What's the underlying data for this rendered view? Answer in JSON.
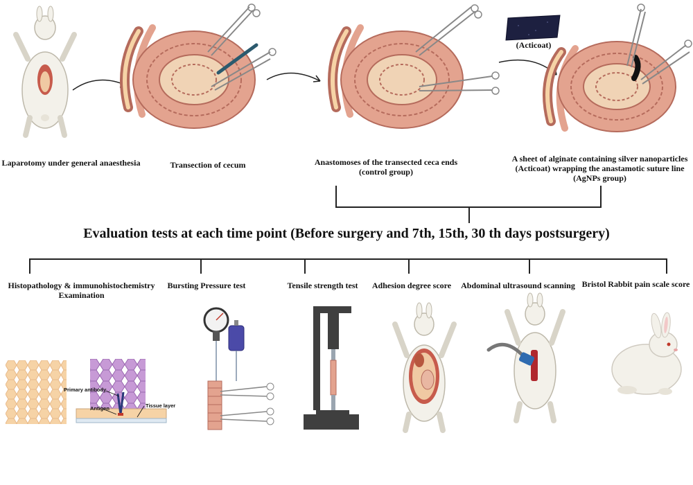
{
  "steps": [
    {
      "label": "Laparotomy under general anaesthesia"
    },
    {
      "label": "Transection of cecum"
    },
    {
      "label_l1": "Anastomoses of the transected ceca ends",
      "label_l2": "(control group)"
    },
    {
      "label_l1": "A sheet of alginate containing silver nanoparticles",
      "label_l2": "(Acticoat)  wrapping the anastamotic suture line",
      "label_l3": "(AgNPs group)"
    }
  ],
  "acticoat_label": "(Acticoat)",
  "headline": "Evaluation tests at each time point (Before surgery and 7th, 15th, 30 th days postsurgery)",
  "tests": [
    {
      "l1": "Histopathology  & immunohistochemistry",
      "l2": "Examination"
    },
    {
      "l1": "Bursting Pressure test"
    },
    {
      "l1": "Tensile strength test"
    },
    {
      "l1": "Adhesion degree score"
    },
    {
      "l1": "Abdominal ultrasound scanning"
    },
    {
      "l1": "Bristol Rabbit pain scale score"
    }
  ],
  "ihc_labels": {
    "primary_antibody": "Primary antibody",
    "antigen": "Antigen",
    "tissue_layer": "Tissue layer"
  },
  "colors": {
    "intestine": "#e3a38f",
    "intestine_dark": "#b56b5c",
    "rabbit": "#f3f1ea",
    "tissue": "#f6d3a6",
    "ihc": "#b985c9",
    "machine": "#3f3f3f"
  }
}
